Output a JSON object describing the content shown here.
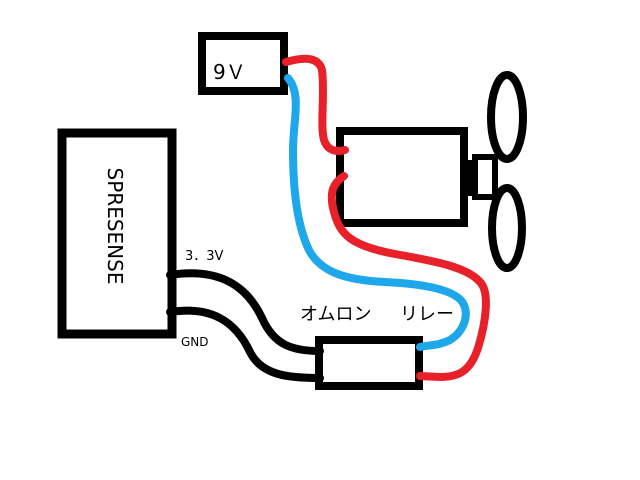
{
  "labels": {
    "battery": "9Ｖ",
    "controller": "SPRESENSE",
    "pin_power": "3．3V",
    "pin_ground": "GND",
    "relay_maker": "オムロン",
    "relay_word": "リレー"
  },
  "colors": {
    "red_wire": "#e8202a",
    "blue_wire": "#1ea7ea",
    "black": "#000000",
    "background": "#ffffff"
  }
}
